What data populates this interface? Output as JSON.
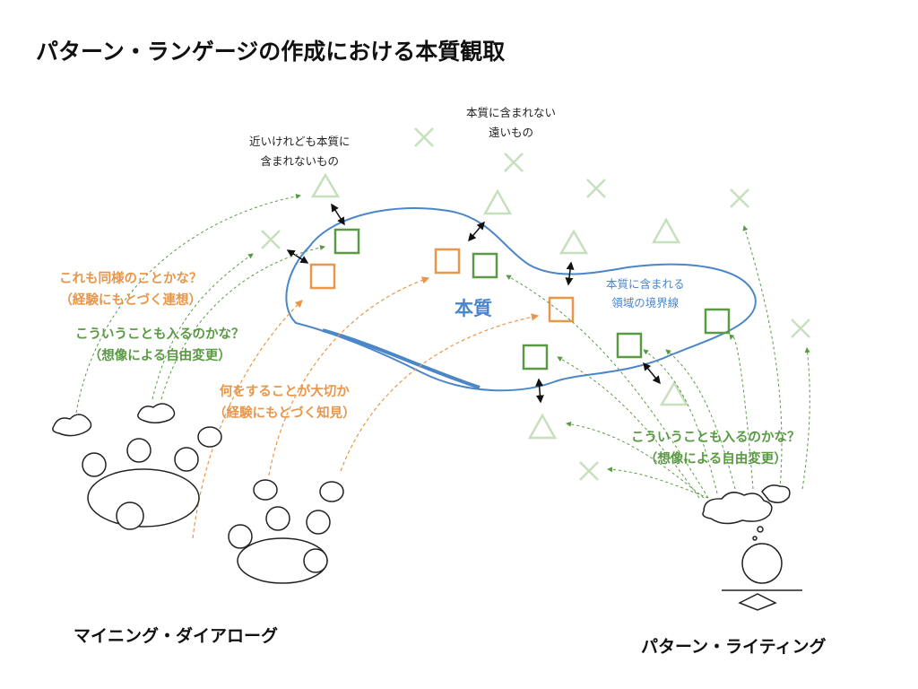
{
  "title": "パターン・ランゲージの作成における本質観取",
  "labels": {
    "near_outside": [
      "近いけれども本質に",
      "含まれないもの"
    ],
    "far_outside": [
      "本質に含まれない",
      "遠いもの"
    ],
    "essence": "本質",
    "boundary": [
      "本質に含まれる",
      "領域の境界線"
    ],
    "association": [
      "これも同様のことかな？",
      "（経験にもとづく連想）"
    ],
    "variation_left": [
      "こういうことも入るのかな？",
      "（想像による自由変更）"
    ],
    "insight": [
      "何をすることが大切か",
      "（経験にもとづく知見）"
    ],
    "variation_right": [
      "こういうことも入るのかな？",
      "（想像による自由変更）"
    ]
  },
  "captions": {
    "mining": "マイニング・ダイアローグ",
    "writing": "パターン・ライティング"
  },
  "colors": {
    "blue": "#4a86c8",
    "orange": "#e8974a",
    "green": "#5a9a44",
    "faint": "#c6e0bd"
  }
}
